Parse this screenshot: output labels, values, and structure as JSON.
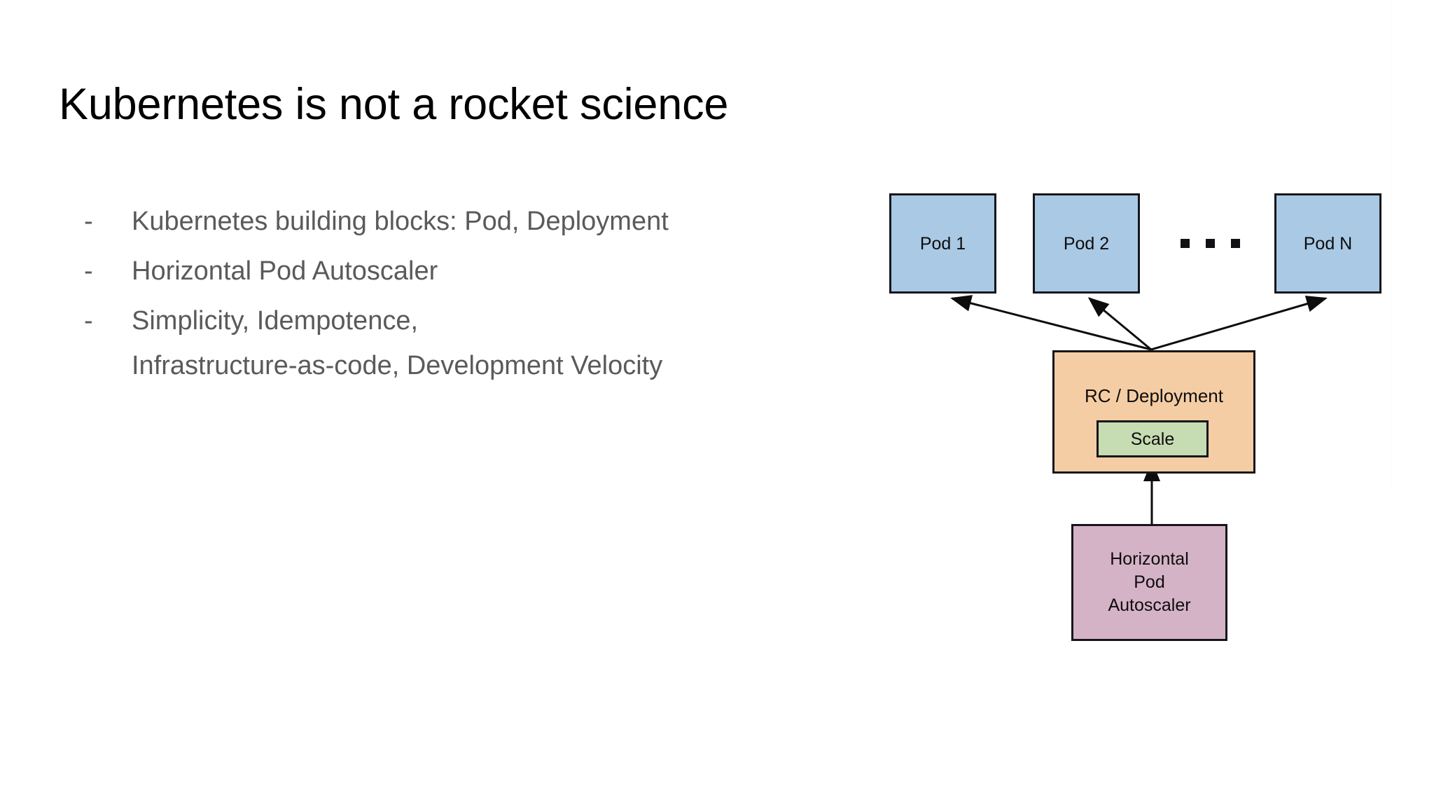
{
  "slide": {
    "title": "Kubernetes is not a rocket science",
    "background_color": "#ffffff",
    "title_color": "#000000",
    "body_text_color": "#5a5a5a"
  },
  "bullets": [
    {
      "marker": "-",
      "text": "Kubernetes building blocks: Pod, Deployment"
    },
    {
      "marker": "-",
      "text": "Horizontal Pod Autoscaler"
    },
    {
      "marker": "-",
      "text": "Simplicity, Idempotence,\nInfrastructure-as-code, Development Velocity"
    }
  ],
  "diagram": {
    "pods": [
      {
        "label": "Pod 1",
        "color": "#a9c9e5"
      },
      {
        "label": "Pod 2",
        "color": "#a9c9e5"
      },
      {
        "label": "Pod N",
        "color": "#a9c9e5"
      }
    ],
    "ellipsis": "...",
    "controller": {
      "label": "RC / Deployment",
      "color": "#f5cda4",
      "inner": {
        "label": "Scale",
        "color": "#c6dcb2"
      }
    },
    "autoscaler": {
      "label": "Horizontal\nPod\nAutoscaler",
      "color": "#d5b3c6"
    },
    "edge_color": "#16161a"
  }
}
